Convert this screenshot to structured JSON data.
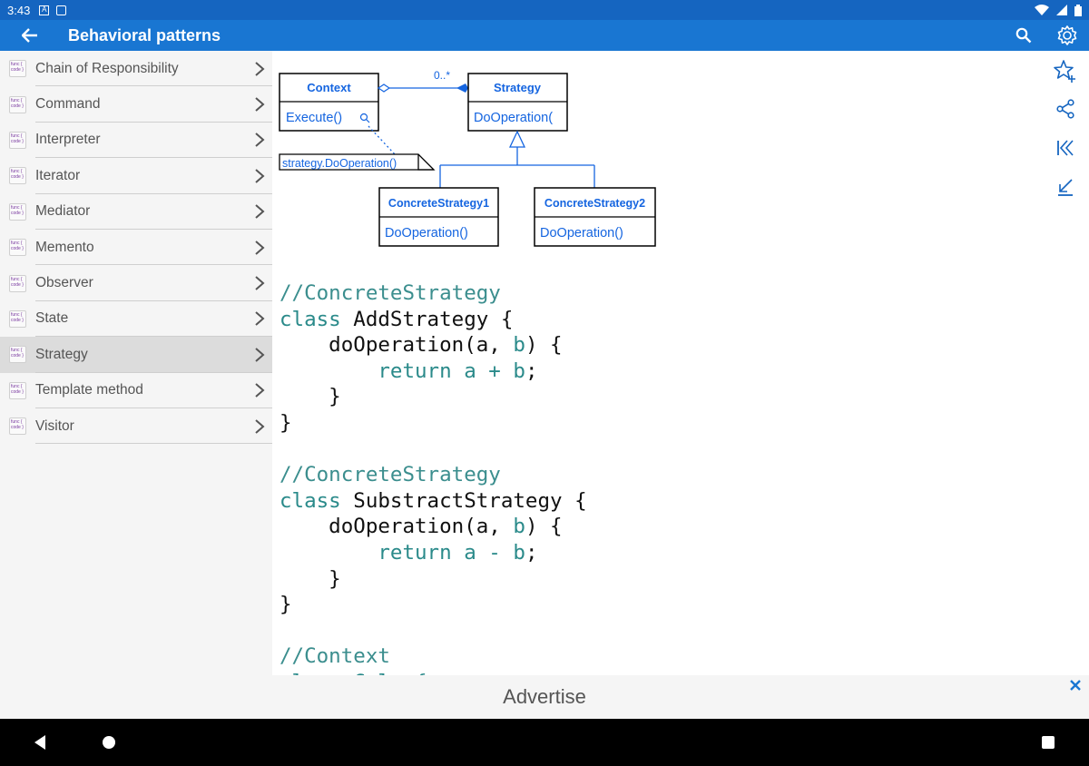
{
  "status_bar": {
    "time": "3:43"
  },
  "app_bar": {
    "title": "Behavioral patterns"
  },
  "sidebar": {
    "items": [
      {
        "label": "Chain of Responsibility",
        "active": false
      },
      {
        "label": "Command",
        "active": false
      },
      {
        "label": "Interpreter",
        "active": false
      },
      {
        "label": "Iterator",
        "active": false
      },
      {
        "label": "Mediator",
        "active": false
      },
      {
        "label": "Memento",
        "active": false
      },
      {
        "label": "Observer",
        "active": false
      },
      {
        "label": "State",
        "active": false
      },
      {
        "label": "Strategy",
        "active": true
      },
      {
        "label": "Template method",
        "active": false
      },
      {
        "label": "Visitor",
        "active": false
      }
    ],
    "item_icon_text": "func {\ncode\n}"
  },
  "diagram": {
    "context_title": "Context",
    "context_method": "Execute()",
    "multiplicity": "0..*",
    "strategy_title": "Strategy",
    "strategy_method": "DoOperation(",
    "note": "strategy.DoOperation()",
    "concrete1_title": "ConcreteStrategy1",
    "concrete1_method": "DoOperation()",
    "concrete2_title": "ConcreteStrategy2",
    "concrete2_method": "DoOperation()"
  },
  "code": {
    "lines": [
      [
        {
          "t": "//ConcreteStrategy",
          "c": "cm"
        }
      ],
      [
        {
          "t": "class",
          "c": "kw"
        },
        {
          "t": " AddStrategy {",
          "c": "pl"
        }
      ],
      [
        {
          "t": "    doOperation(a, ",
          "c": "pl"
        },
        {
          "t": "b",
          "c": "kw"
        },
        {
          "t": ") {",
          "c": "pl"
        }
      ],
      [
        {
          "t": "        ",
          "c": "pl"
        },
        {
          "t": "return a + b",
          "c": "kw"
        },
        {
          "t": ";",
          "c": "pl"
        }
      ],
      [
        {
          "t": "    }",
          "c": "pl"
        }
      ],
      [
        {
          "t": "}",
          "c": "pl"
        }
      ],
      [
        {
          "t": "",
          "c": "pl"
        }
      ],
      [
        {
          "t": "//ConcreteStrategy",
          "c": "cm"
        }
      ],
      [
        {
          "t": "class",
          "c": "kw"
        },
        {
          "t": " SubstractStrategy {",
          "c": "pl"
        }
      ],
      [
        {
          "t": "    doOperation(a, ",
          "c": "pl"
        },
        {
          "t": "b",
          "c": "kw"
        },
        {
          "t": ") {",
          "c": "pl"
        }
      ],
      [
        {
          "t": "        ",
          "c": "pl"
        },
        {
          "t": "return a - b",
          "c": "kw"
        },
        {
          "t": ";",
          "c": "pl"
        }
      ],
      [
        {
          "t": "    }",
          "c": "pl"
        }
      ],
      [
        {
          "t": "}",
          "c": "pl"
        }
      ],
      [
        {
          "t": "",
          "c": "pl"
        }
      ],
      [
        {
          "t": "//Context",
          "c": "cm"
        }
      ],
      [
        {
          "t": "class Calc {",
          "c": "kw"
        }
      ]
    ]
  },
  "ad": {
    "label": "Advertise"
  },
  "colors": {
    "status": "#1565c0",
    "appbar": "#1976d2",
    "icon_blue": "#1565c0",
    "code_teal": "#2a8a8a"
  },
  "icons": {
    "back": "arrow-left-icon",
    "search": "search-icon",
    "settings": "gear-icon",
    "favorite": "star-plus-icon",
    "share": "share-icon",
    "first": "skip-first-icon",
    "last": "skip-last-icon"
  }
}
